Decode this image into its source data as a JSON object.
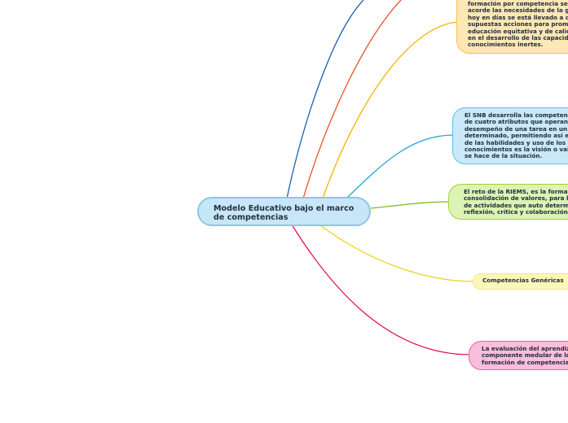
{
  "central_topic": {
    "lines": [
      "Modelo Educativo bajo el marco",
      "de competencias"
    ]
  },
  "branches": [
    {
      "id": "formacion",
      "color": "#f4b400",
      "fill": "#fde7b5",
      "lines": [
        "formación por competencia se e",
        "acorde las necesidades de la gl",
        "hoy en días se está llevado a ca",
        "supuestas acciones para promo",
        "educación equitativa y de calida",
        "en el desarrollo de las capacida",
        "conocimientos inertes."
      ]
    },
    {
      "id": "snb",
      "color": "#27a3d6",
      "fill": "#c9e9f8",
      "lines": [
        "El SNB desarrolla las competenc",
        "de cuatro atributos que operan e",
        "desempeño de una tarea en un c",
        "determinado, permitiendo así el",
        "de las habilidades y uso de los",
        "conocimientos es la visión o valo",
        "se hace de la situación."
      ]
    },
    {
      "id": "riems",
      "color": "#7fb91a",
      "fill": "#dcf3b3",
      "lines": [
        "El reto de la RIEMS, es la formac",
        "consolidación de valores, para la",
        "de actividades que auto determi",
        "reflexión, crítica y colaboración."
      ]
    },
    {
      "id": "genericas",
      "color": "#efd21f",
      "fill": "#fcf7b9",
      "lines": [
        "Competencias Genéricas"
      ]
    },
    {
      "id": "evaluacion",
      "color": "#e0115f",
      "fill": "#fbbddc",
      "lines": [
        "La evaluación del aprendiza",
        "componente medular de la",
        "formación de competencias"
      ]
    }
  ],
  "offscreen_branch_colors": [
    "#1a5fb4",
    "#e8542a"
  ]
}
